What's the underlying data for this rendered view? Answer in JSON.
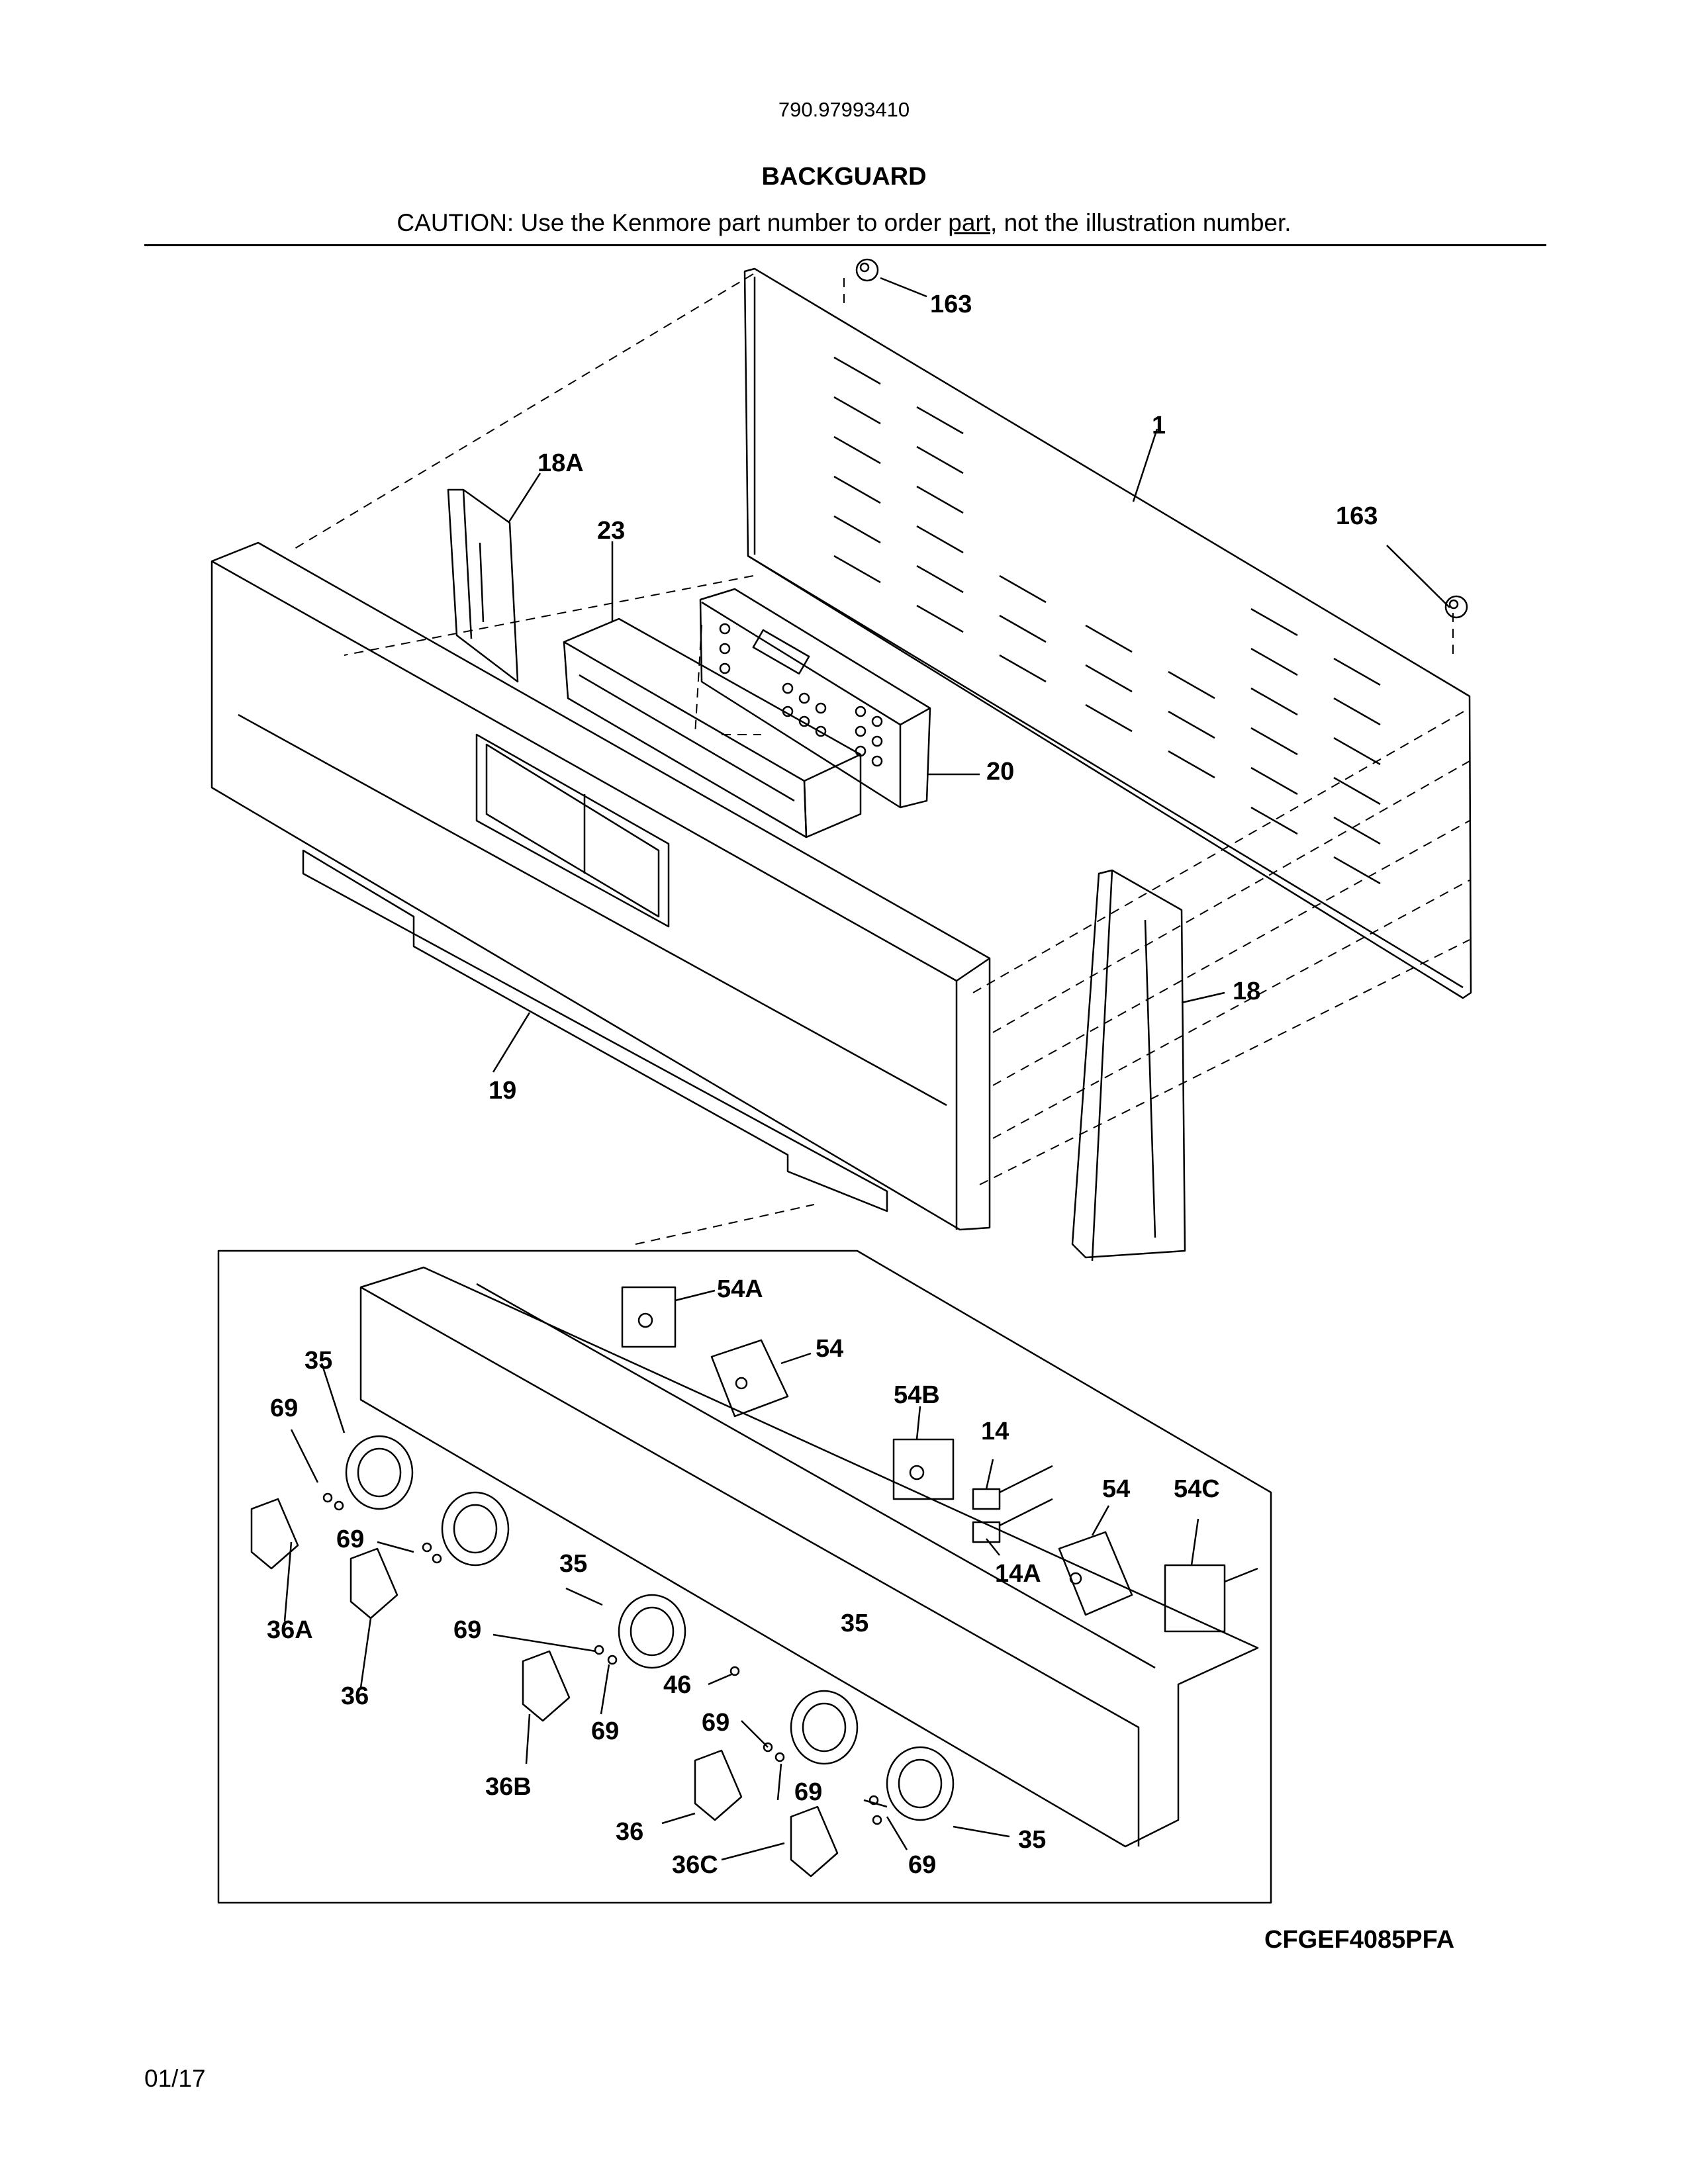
{
  "header": {
    "model_number": "790.97993410",
    "title": "BACKGUARD",
    "caution_prefix": "CAUTION: Use the Kenmore part number to order ",
    "caution_underlined": "part",
    "caution_suffix": ", not the illustration number."
  },
  "callouts": {
    "c1": "163",
    "c2": "1",
    "c3": "163",
    "c4": "18A",
    "c5": "23",
    "c6": "20",
    "c7": "18",
    "c8": "19",
    "c9": "54A",
    "c10": "54",
    "c11": "35",
    "c12": "69",
    "c13": "54B",
    "c14": "14",
    "c15": "54",
    "c16": "54C",
    "c17": "69",
    "c18": "35",
    "c19": "14A",
    "c20": "36A",
    "c21": "69",
    "c22": "35",
    "c23": "36",
    "c24": "46",
    "c25": "69",
    "c26": "69",
    "c27": "36B",
    "c28": "69",
    "c29": "36",
    "c30": "35",
    "c31": "36C",
    "c32": "69"
  },
  "footer": {
    "model_code": "CFGEF4085PFA",
    "date_code": "01/17"
  }
}
